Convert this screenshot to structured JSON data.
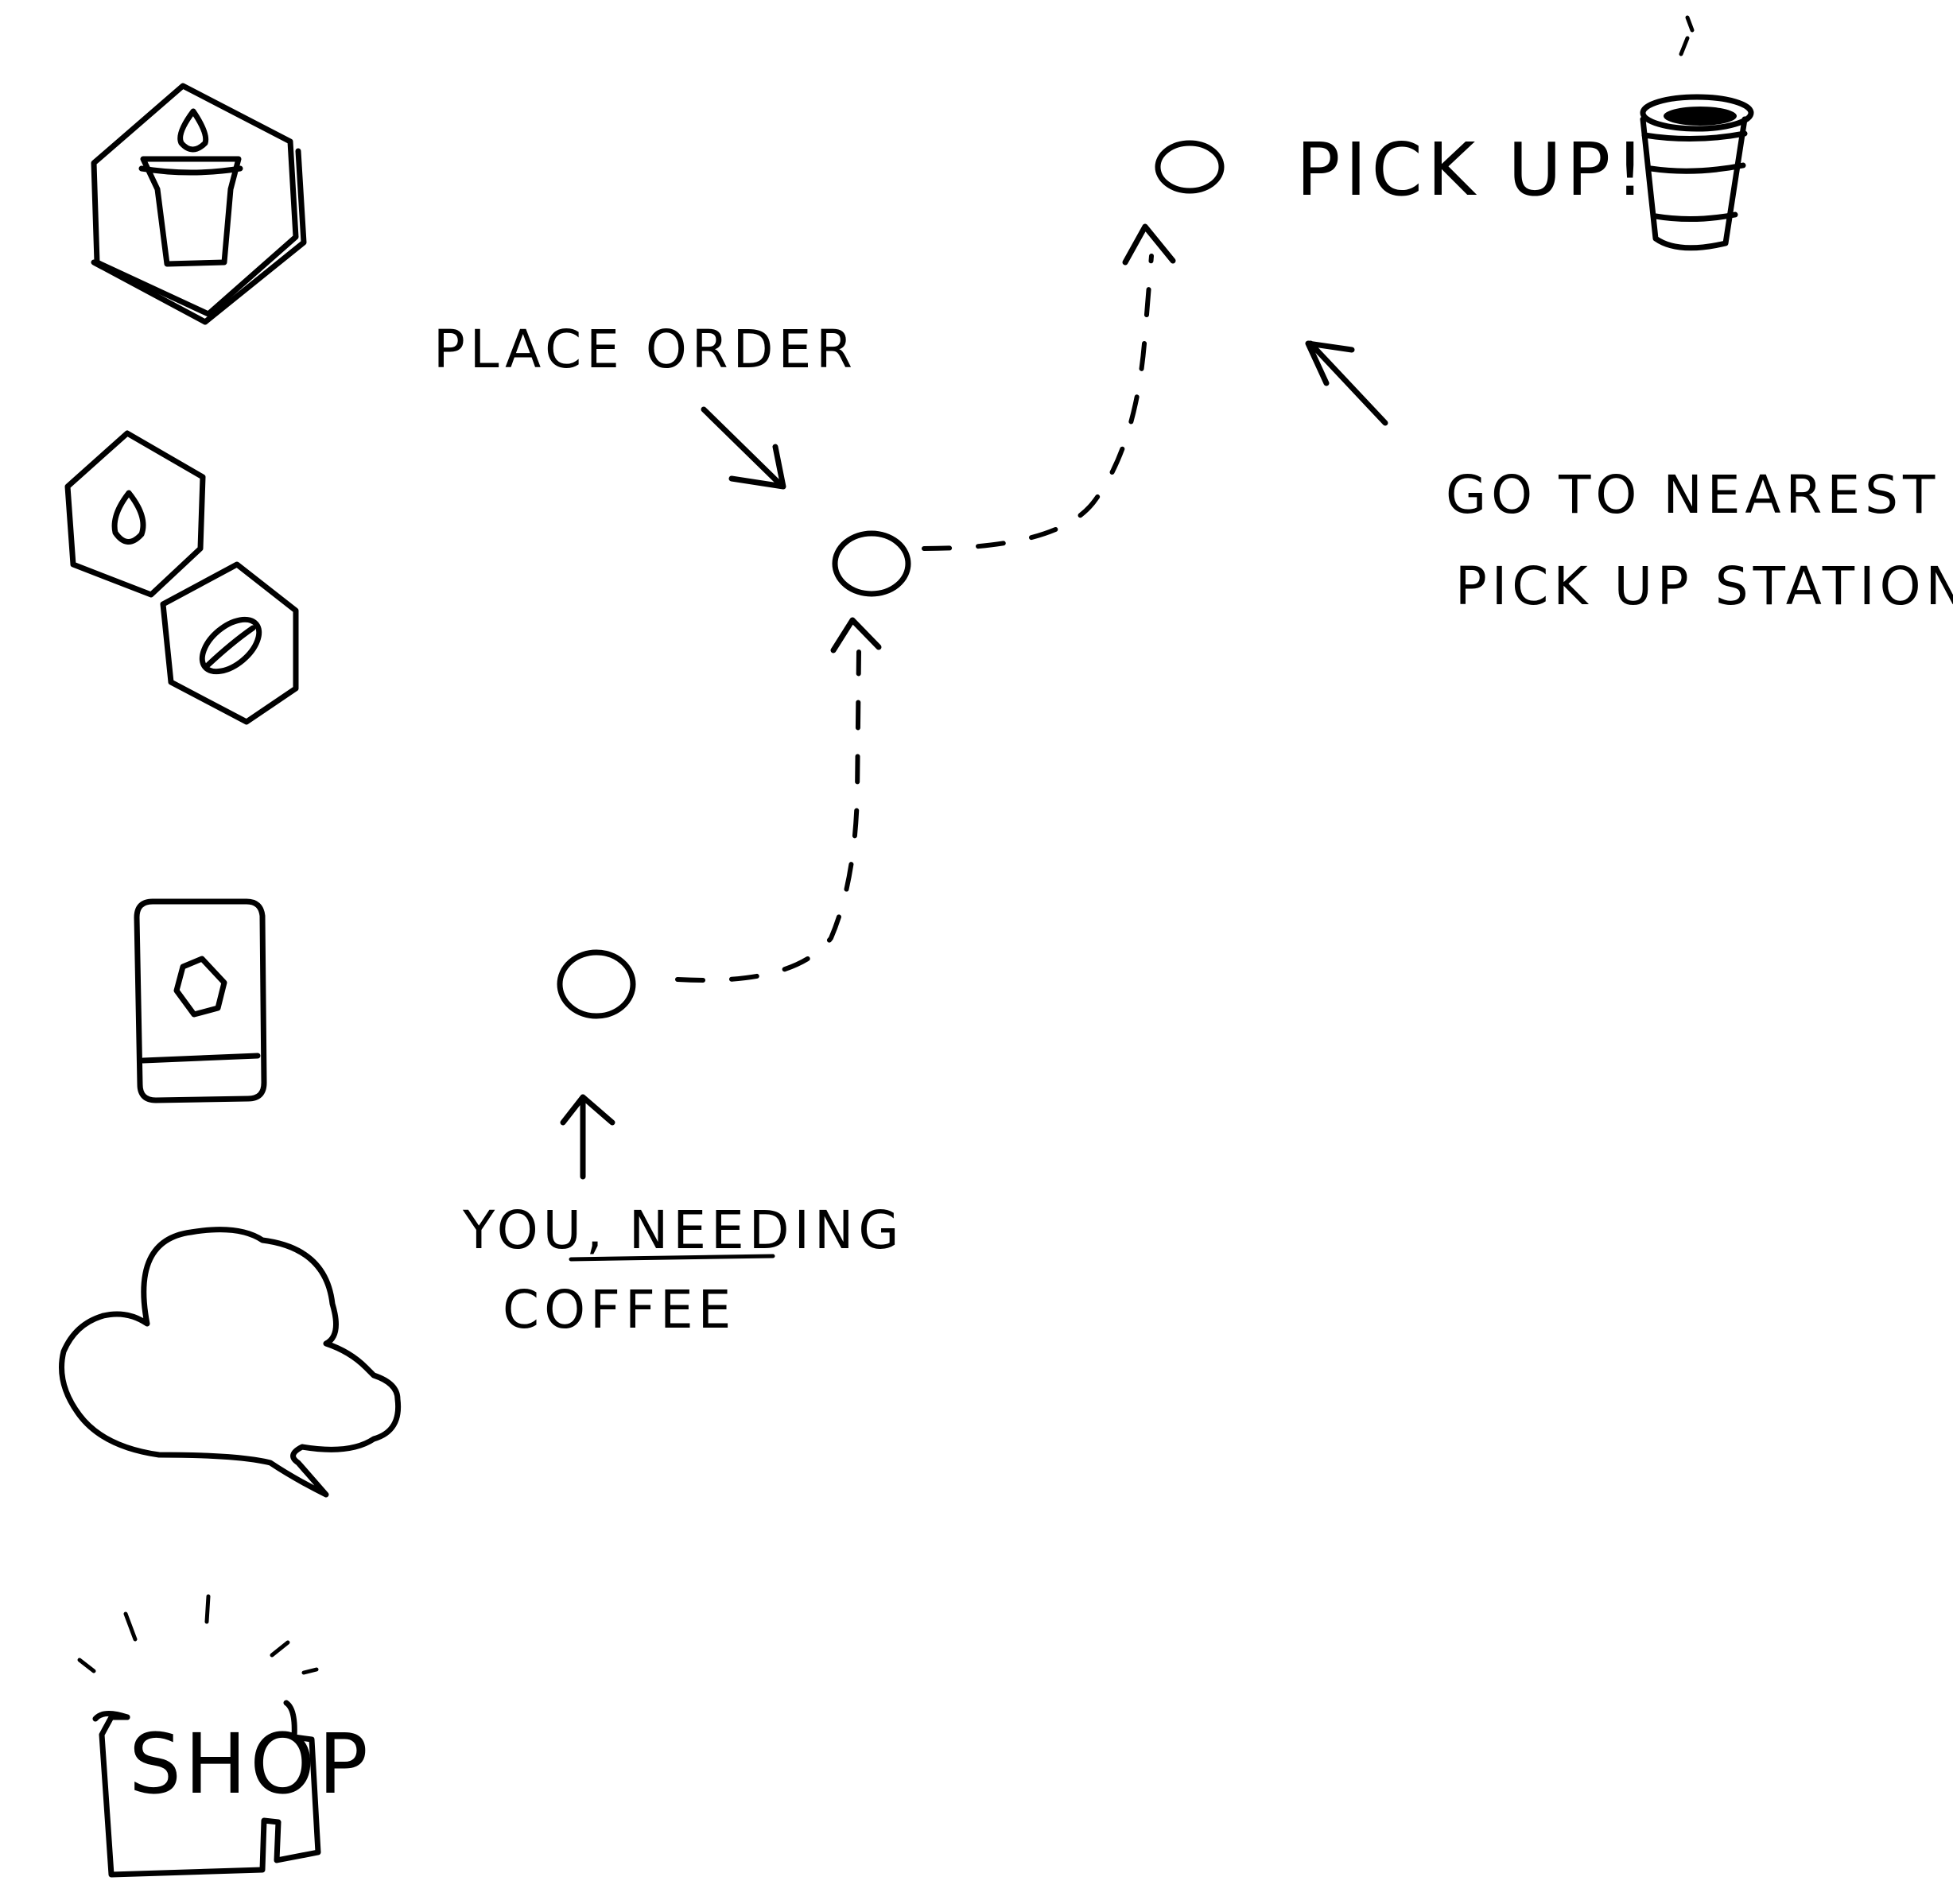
{
  "diagram": {
    "steps": [
      {
        "id": "start",
        "label_lines": [
          "YOU, NEEDING",
          "COFFEE"
        ]
      },
      {
        "id": "order",
        "label_lines": [
          "PLACE ORDER"
        ]
      },
      {
        "id": "pickup",
        "label_lines": [
          "PICK UP!"
        ]
      }
    ],
    "note": {
      "label_lines": [
        "GO TO NEAREST",
        "PICK UP STATION"
      ]
    },
    "icons": [
      {
        "name": "hexagon-cup-icon"
      },
      {
        "name": "hexagon-drop-icon"
      },
      {
        "name": "hexagon-bean-icon"
      },
      {
        "name": "phone-app-icon"
      },
      {
        "name": "speech-bubble-icon"
      },
      {
        "name": "shop-sign-icon",
        "text": "SHOP"
      },
      {
        "name": "coffee-cup-icon"
      }
    ]
  }
}
